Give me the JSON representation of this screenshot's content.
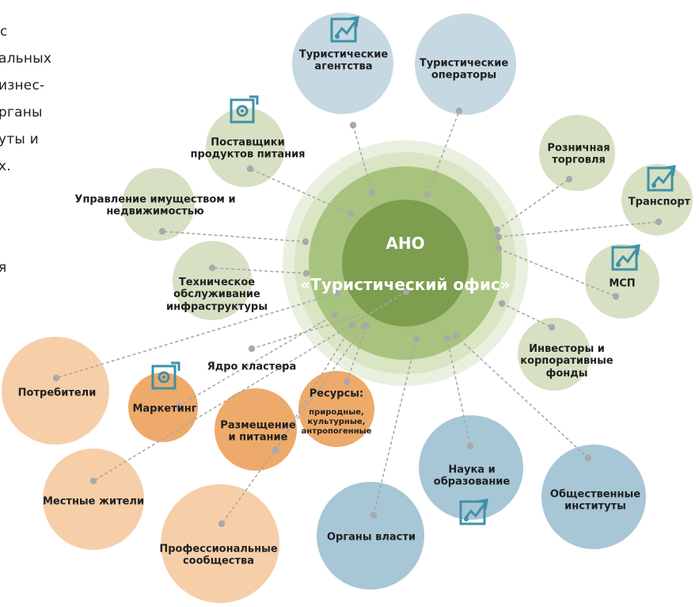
{
  "colors": {
    "green_light": "#d7e0c3",
    "green_halo_outer": "#e7eedb",
    "green_halo_mid": "#d3e1b8",
    "green_ring": "#a9c47e",
    "green_core": "#7d9e4e",
    "blue_light": "#c6d8e2",
    "blue_mid": "#a7c6d6",
    "orange_light": "#f6cfa9",
    "orange_mid": "#eeaa6a",
    "orange_core": "#e39a57",
    "teal_icon": "#3f91a8",
    "dash_line": "#a8a8a8",
    "dot": "#a9a9a9"
  },
  "left_fragment": {
    "lines": [
      "с",
      "альных",
      "изнес-",
      "рганы",
      "уты и",
      "х.",
      "я"
    ]
  },
  "center": {
    "line1": "АНО",
    "line2": "«Туристический офис»"
  },
  "nodes": [
    {
      "id": "travel-agencies",
      "label": "Туристические\nагентства",
      "color": "blue_light",
      "icon": "chart-growth-icon"
    },
    {
      "id": "tour-operators",
      "label": "Туристические\nоператоры",
      "color": "blue_light"
    },
    {
      "id": "food-suppliers",
      "label": "Поставщики\nпродуктов питания",
      "color": "green_light",
      "icon": "target-icon"
    },
    {
      "id": "property-management",
      "label": "Управление имуществом и\nнедвижимостью",
      "color": "green_light"
    },
    {
      "id": "infrastructure",
      "label": "Техническое\nобслуживание\nинфраструктуры",
      "color": "green_light"
    },
    {
      "id": "retail",
      "label": "Розничная\nторговля",
      "color": "green_light"
    },
    {
      "id": "transport",
      "label": "Транспорт",
      "color": "green_light",
      "icon": "chart-growth-icon"
    },
    {
      "id": "sme",
      "label": "МСП",
      "color": "green_light",
      "icon": "chart-growth-icon"
    },
    {
      "id": "investors",
      "label": "Инвесторы и\nкорпоративные фонды",
      "color": "green_light"
    },
    {
      "id": "consumers",
      "label": "Потребители",
      "color": "orange_light"
    },
    {
      "id": "marketing",
      "label": "Маркетинг",
      "color": "orange_mid",
      "icon": "target-icon"
    },
    {
      "id": "accommodation",
      "label": "Размещение\nи питание",
      "color": "orange_mid"
    },
    {
      "id": "resources",
      "label": "Ресурсы:",
      "sublabel": "природные,\nкультурные,\nантропогенные",
      "color": "orange_mid"
    },
    {
      "id": "local-residents",
      "label": "Местные жители",
      "color": "orange_light"
    },
    {
      "id": "professional-communities",
      "label": "Профессиональные\nсообщества",
      "color": "orange_light"
    },
    {
      "id": "authorities",
      "label": "Органы власти",
      "color": "blue_mid"
    },
    {
      "id": "science-education",
      "label": "Наука и\nобразование",
      "color": "blue_mid",
      "icon": "chart-growth-icon"
    },
    {
      "id": "public-institutions",
      "label": "Общественные\nинституты",
      "color": "blue_mid"
    }
  ],
  "cluster_core_label": "Ядро кластера"
}
